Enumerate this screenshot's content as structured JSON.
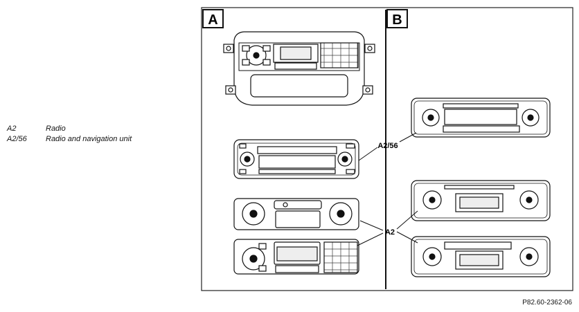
{
  "legend": [
    {
      "code": "A2",
      "description": "Radio"
    },
    {
      "code": "A2/56",
      "description": "Radio and navigation unit"
    }
  ],
  "panels": {
    "left": "A",
    "right": "B"
  },
  "callouts": {
    "nav": "A2/56",
    "radio": "A2"
  },
  "figure_ref": "P82.60-2362-06"
}
